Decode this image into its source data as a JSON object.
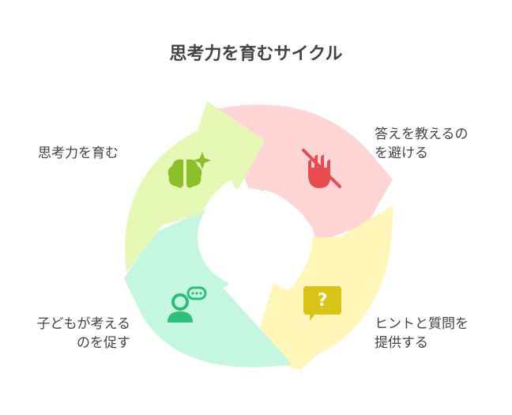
{
  "title": "思考力を育むサイクル",
  "steps": [
    {
      "lines": [
        "答えを教えるの",
        "を避ける"
      ],
      "icon": "no-hand-icon",
      "fill": "#FFD5D5",
      "icon_color": "#E84C4F"
    },
    {
      "lines": [
        "ヒントと質問を",
        "提供する"
      ],
      "icon": "question-bubble-icon",
      "fill": "#FFF6B8",
      "icon_color": "#D9C315"
    },
    {
      "lines": [
        "子どもが考える",
        "のを促す"
      ],
      "icon": "person-speaking-icon",
      "fill": "#C5F7E0",
      "icon_color": "#2FBE7A"
    },
    {
      "lines": [
        "思考力を育む"
      ],
      "icon": "brain-sparkle-icon",
      "fill": "#E5F9B5",
      "icon_color": "#8BBF2C"
    }
  ],
  "question_mark": "?"
}
